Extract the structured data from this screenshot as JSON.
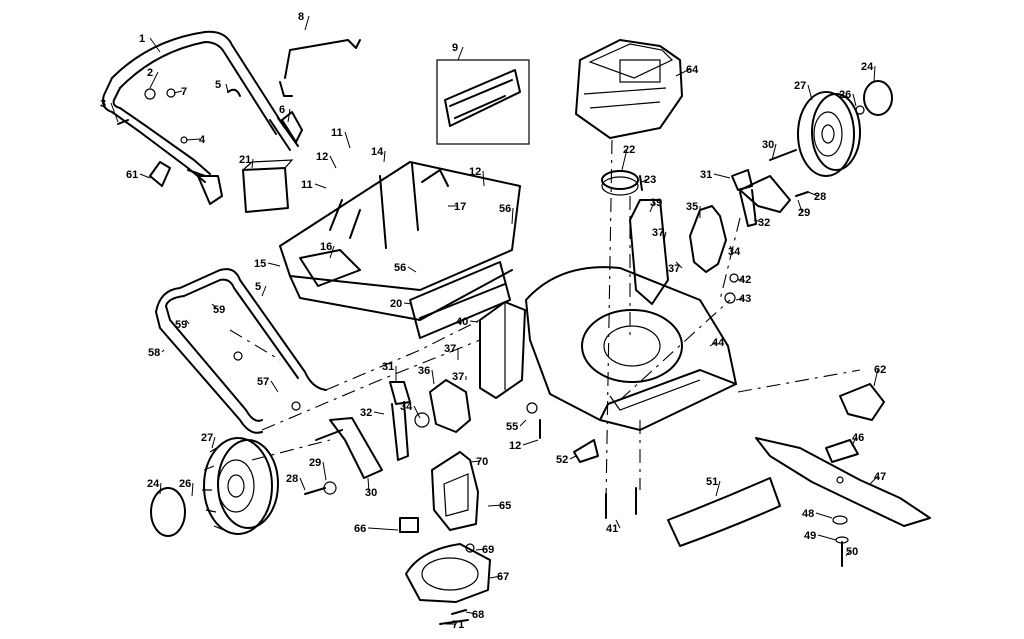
{
  "callouts": [
    {
      "key": "c1",
      "text": "1"
    },
    {
      "key": "c2",
      "text": "2"
    },
    {
      "key": "c3",
      "text": "3"
    },
    {
      "key": "c4",
      "text": "4"
    },
    {
      "key": "c5a",
      "text": "5"
    },
    {
      "key": "c5b",
      "text": "5"
    },
    {
      "key": "c6",
      "text": "6"
    },
    {
      "key": "c7",
      "text": "7"
    },
    {
      "key": "c8",
      "text": "8"
    },
    {
      "key": "c9",
      "text": "9"
    },
    {
      "key": "c11a",
      "text": "11"
    },
    {
      "key": "c11b",
      "text": "11"
    },
    {
      "key": "c12a",
      "text": "12"
    },
    {
      "key": "c12b",
      "text": "12"
    },
    {
      "key": "c12c",
      "text": "12"
    },
    {
      "key": "c14",
      "text": "14"
    },
    {
      "key": "c15",
      "text": "15"
    },
    {
      "key": "c16",
      "text": "16"
    },
    {
      "key": "c17",
      "text": "17"
    },
    {
      "key": "c20",
      "text": "20"
    },
    {
      "key": "c21",
      "text": "21"
    },
    {
      "key": "c22",
      "text": "22"
    },
    {
      "key": "c23",
      "text": "23"
    },
    {
      "key": "c24a",
      "text": "24"
    },
    {
      "key": "c24b",
      "text": "24"
    },
    {
      "key": "c26a",
      "text": "26"
    },
    {
      "key": "c26b",
      "text": "26"
    },
    {
      "key": "c27a",
      "text": "27"
    },
    {
      "key": "c27b",
      "text": "27"
    },
    {
      "key": "c28a",
      "text": "28"
    },
    {
      "key": "c28b",
      "text": "28"
    },
    {
      "key": "c29a",
      "text": "29"
    },
    {
      "key": "c29b",
      "text": "29"
    },
    {
      "key": "c30a",
      "text": "30"
    },
    {
      "key": "c30b",
      "text": "30"
    },
    {
      "key": "c31a",
      "text": "31"
    },
    {
      "key": "c31b",
      "text": "31"
    },
    {
      "key": "c32a",
      "text": "32"
    },
    {
      "key": "c32b",
      "text": "32"
    },
    {
      "key": "c34a",
      "text": "34"
    },
    {
      "key": "c34b",
      "text": "34"
    },
    {
      "key": "c35",
      "text": "35"
    },
    {
      "key": "c36",
      "text": "36"
    },
    {
      "key": "c37a",
      "text": "37"
    },
    {
      "key": "c37b",
      "text": "37"
    },
    {
      "key": "c37c",
      "text": "37"
    },
    {
      "key": "c37d",
      "text": "37"
    },
    {
      "key": "c39",
      "text": "39"
    },
    {
      "key": "c40",
      "text": "40"
    },
    {
      "key": "c41",
      "text": "41"
    },
    {
      "key": "c42",
      "text": "42"
    },
    {
      "key": "c43",
      "text": "43"
    },
    {
      "key": "c44",
      "text": "44"
    },
    {
      "key": "c46",
      "text": "46"
    },
    {
      "key": "c47",
      "text": "47"
    },
    {
      "key": "c48",
      "text": "48"
    },
    {
      "key": "c49",
      "text": "49"
    },
    {
      "key": "c50",
      "text": "50"
    },
    {
      "key": "c51",
      "text": "51"
    },
    {
      "key": "c52",
      "text": "52"
    },
    {
      "key": "c55",
      "text": "55"
    },
    {
      "key": "c56a",
      "text": "56"
    },
    {
      "key": "c56b",
      "text": "56"
    },
    {
      "key": "c57",
      "text": "57"
    },
    {
      "key": "c58",
      "text": "58"
    },
    {
      "key": "c59a",
      "text": "59"
    },
    {
      "key": "c59b",
      "text": "59"
    },
    {
      "key": "c61",
      "text": "61"
    },
    {
      "key": "c62",
      "text": "62"
    },
    {
      "key": "c64",
      "text": "64"
    },
    {
      "key": "c65",
      "text": "65"
    },
    {
      "key": "c66",
      "text": "66"
    },
    {
      "key": "c67",
      "text": "67"
    },
    {
      "key": "c68",
      "text": "68"
    },
    {
      "key": "c69",
      "text": "69"
    },
    {
      "key": "c70",
      "text": "70"
    },
    {
      "key": "c71",
      "text": "71"
    }
  ]
}
